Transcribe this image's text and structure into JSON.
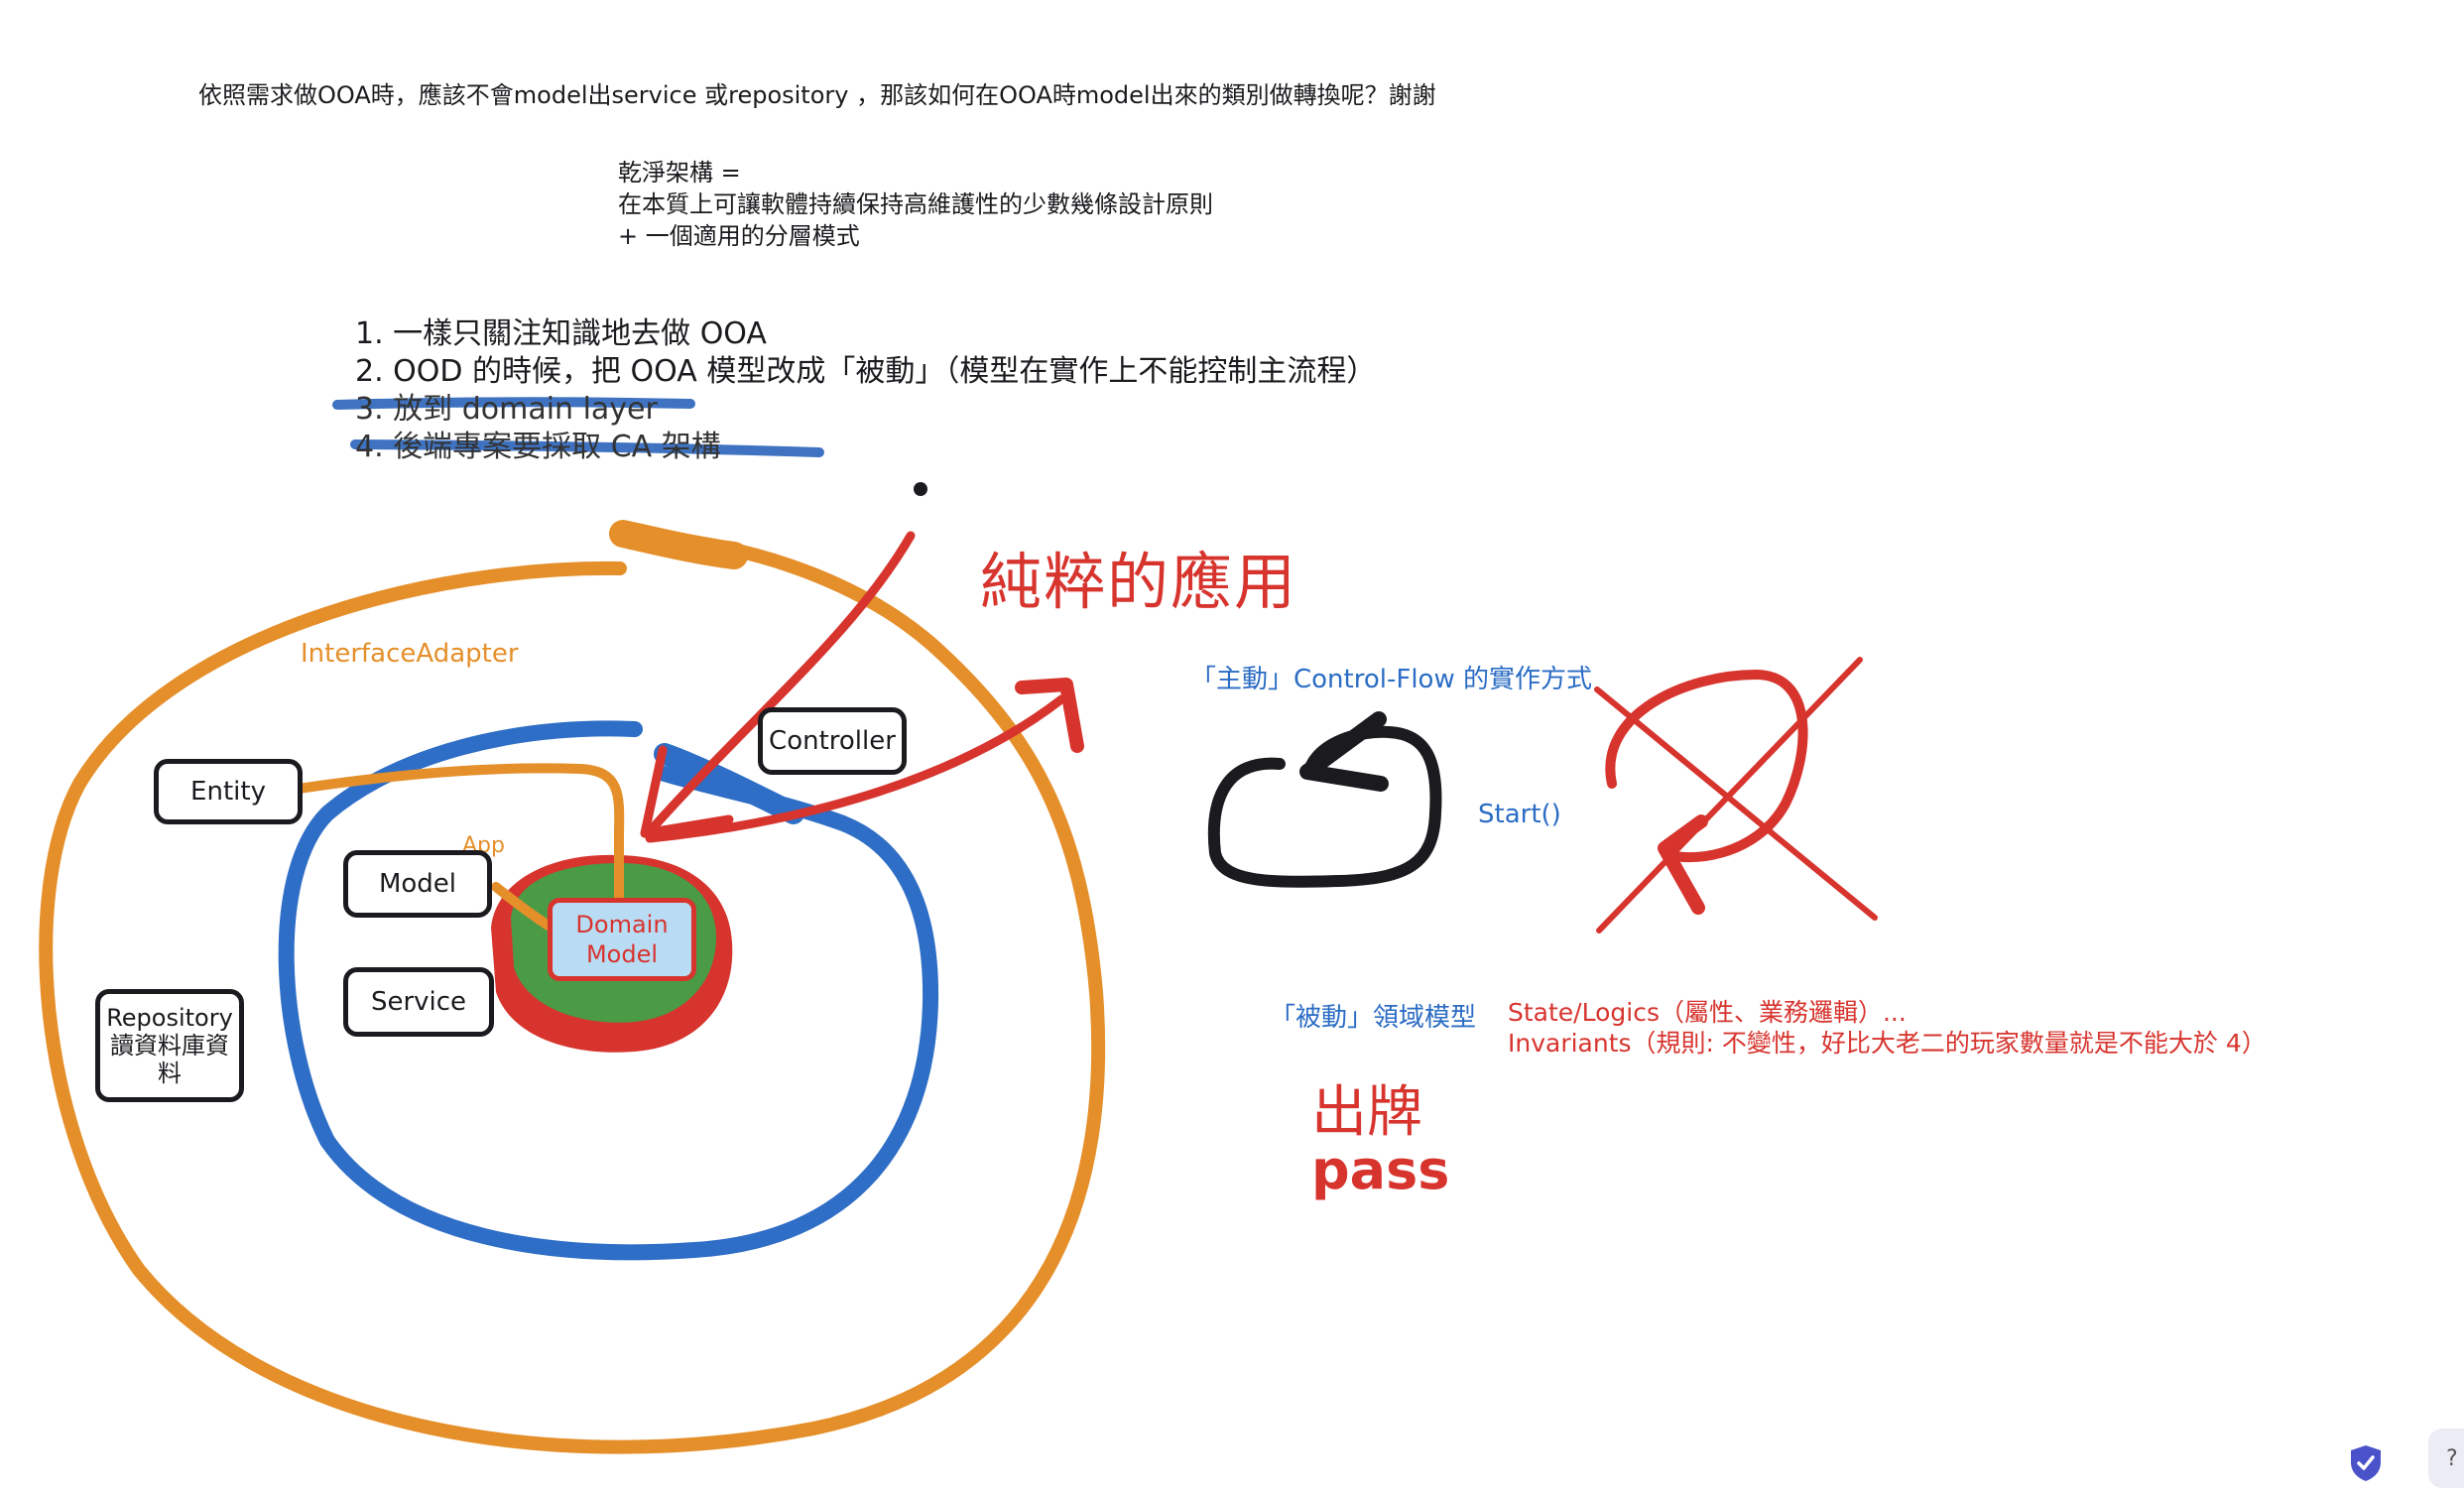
{
  "question": "依照需求做OOA時，應該不會model出service 或repository ，那該如何在OOA時model出來的類別做轉換呢？謝謝",
  "clean_architecture": {
    "line1": "乾淨架構 =",
    "line2": "在本質上可讓軟體持續保持高維護性的少數幾條設計原則",
    "line3": "+ 一個適用的分層模式"
  },
  "steps": [
    "1. 一樣只關注知識地去做 OOA",
    "2. OOD 的時候，把 OOA 模型改成「被動」（模型在實作上不能控制主流程）",
    "3. 放到 domain layer",
    "4. 後端專案要採取 CA 架構"
  ],
  "title_pure_application": "純粹的應用",
  "layers": {
    "interface_adapter": "InterfaceAdapter",
    "app": "App"
  },
  "boxes": {
    "entity": "Entity",
    "controller": "Controller",
    "model": "Model",
    "service": "Service",
    "repository_line1": "Repository",
    "repository_line2": "讀資料庫資",
    "repository_line3": "料",
    "domain_line1": "Domain",
    "domain_line2": "Model"
  },
  "active_control_flow": "「主動」Control-Flow 的實作方式",
  "start_call": "Start()",
  "passive_domain_model": "「被動」領域模型",
  "state_logics": "State/Logics（屬性、業務邏輯）...",
  "invariants": "Invariants（規則: 不變性，好比大老二的玩家數量就是不能大於 4）",
  "actions": {
    "play_card": "出牌",
    "pass": "pass"
  },
  "help_label": "?",
  "colors": {
    "orange": "#e58f2a",
    "blue": "#2f6ec6",
    "red": "#d7342e",
    "green": "#4b9a45",
    "light_blue": "#b9dcf5",
    "black": "#1b1b1f"
  }
}
